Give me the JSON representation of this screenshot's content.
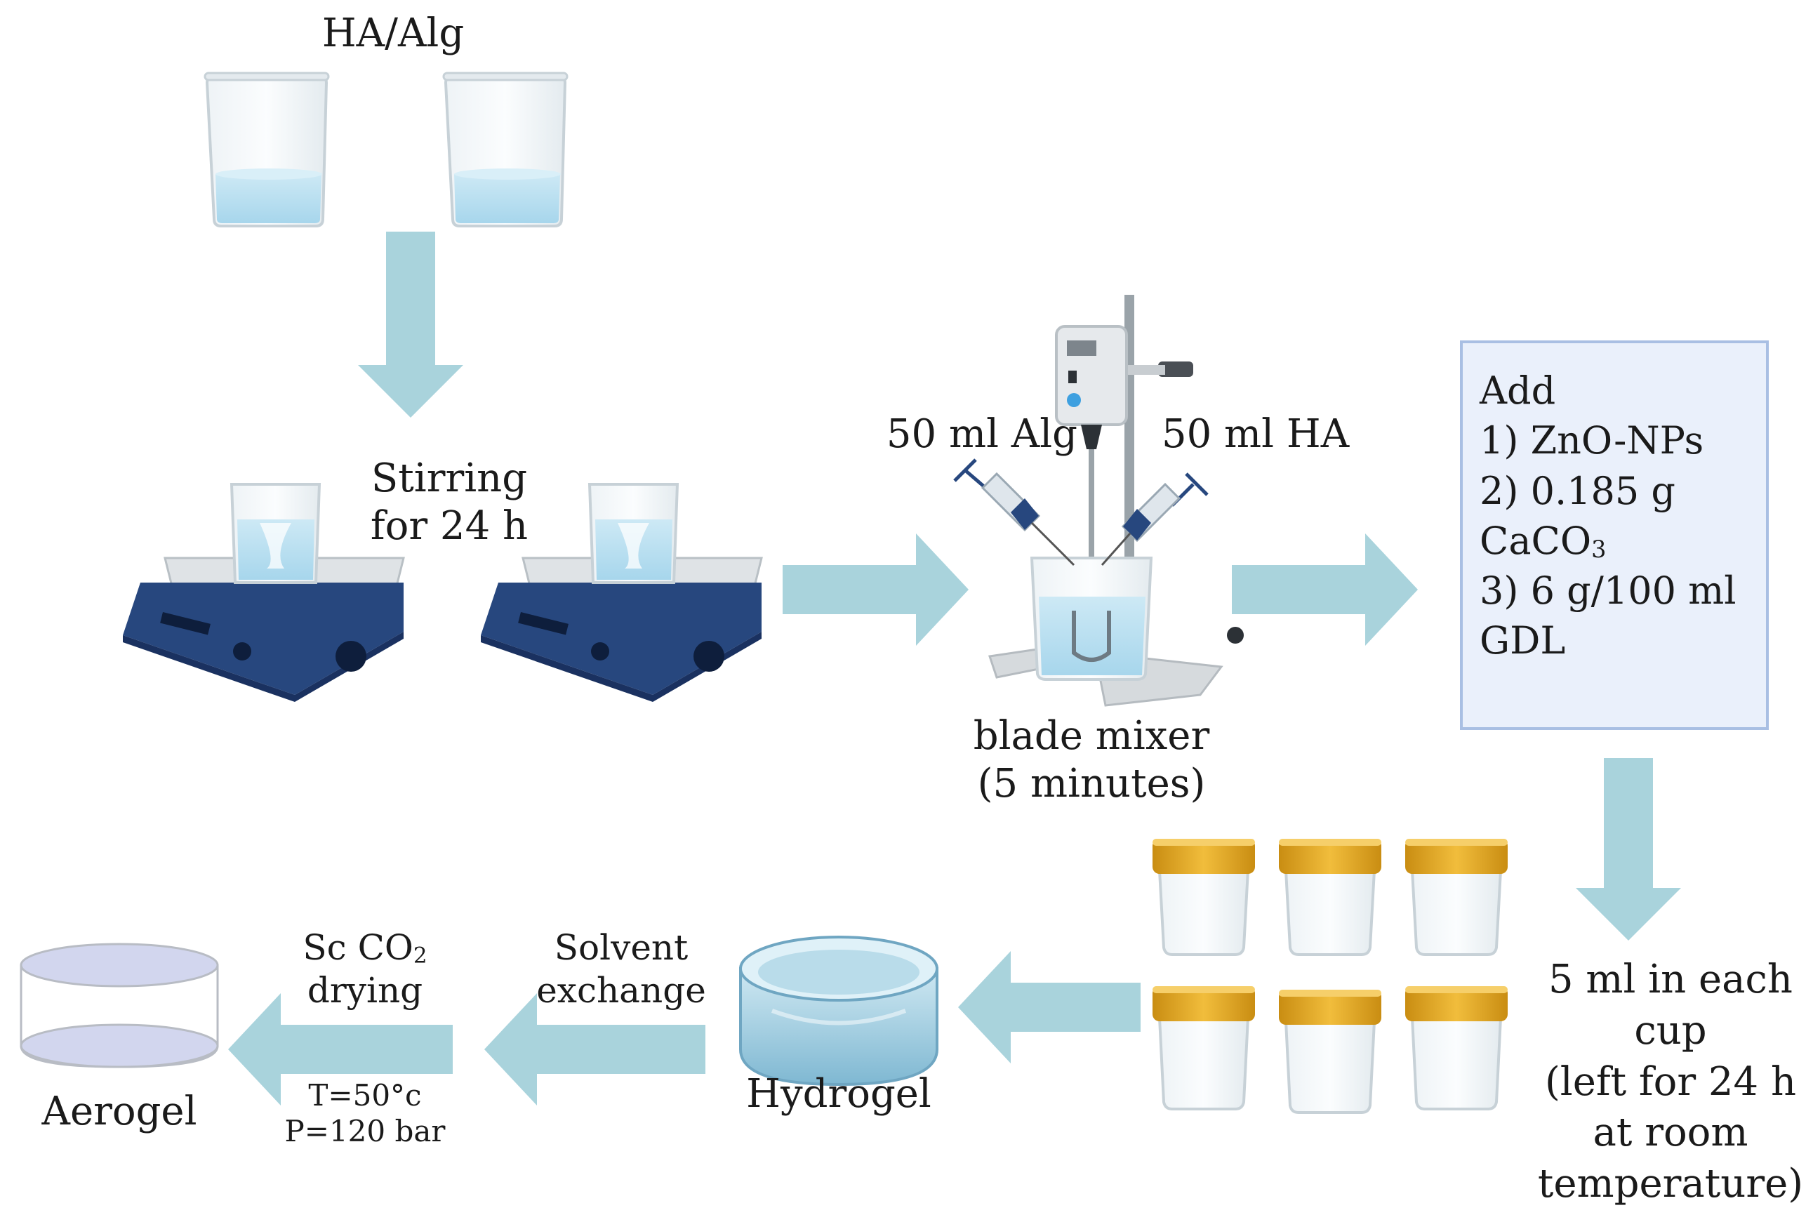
{
  "title": "HA/Alg",
  "steps": {
    "stirring": {
      "line1": "Stirring",
      "line2": "for 24 h"
    },
    "syringe_left": "50 ml Alg",
    "syringe_right": "50 ml HA",
    "mixer": {
      "line1": "blade mixer",
      "line2": "(5 minutes)"
    },
    "add_box": {
      "heading": "Add",
      "item1": "1) ZnO-NPs",
      "item2": "2) 0.185 g",
      "item3_base": "CaCO",
      "item3_sub": "3",
      "item4": "3) 6 g/100 ml",
      "item5": "GDL"
    },
    "cups": {
      "line1": "5 ml in each",
      "line2": "cup",
      "line3": "(left for 24 h",
      "line4": "at room",
      "line5": "temperature)"
    },
    "hydrogel": "Hydrogel",
    "solvent": {
      "line1": "Solvent",
      "line2": "exchange"
    },
    "sc_drying": {
      "line1_base": "Sc CO",
      "line1_sub": "2",
      "line2": "drying",
      "temp": "T=50°c",
      "pressure": "P=120 bar"
    },
    "aerogel": "Aerogel"
  },
  "colors": {
    "arrow": "#a9d3dc",
    "liquid": "#bfe2f2",
    "hotplate": "#27477e",
    "cap": "#e7ad29",
    "box_border": "#a9bfe3",
    "box_fill": "#eaf0fb"
  }
}
